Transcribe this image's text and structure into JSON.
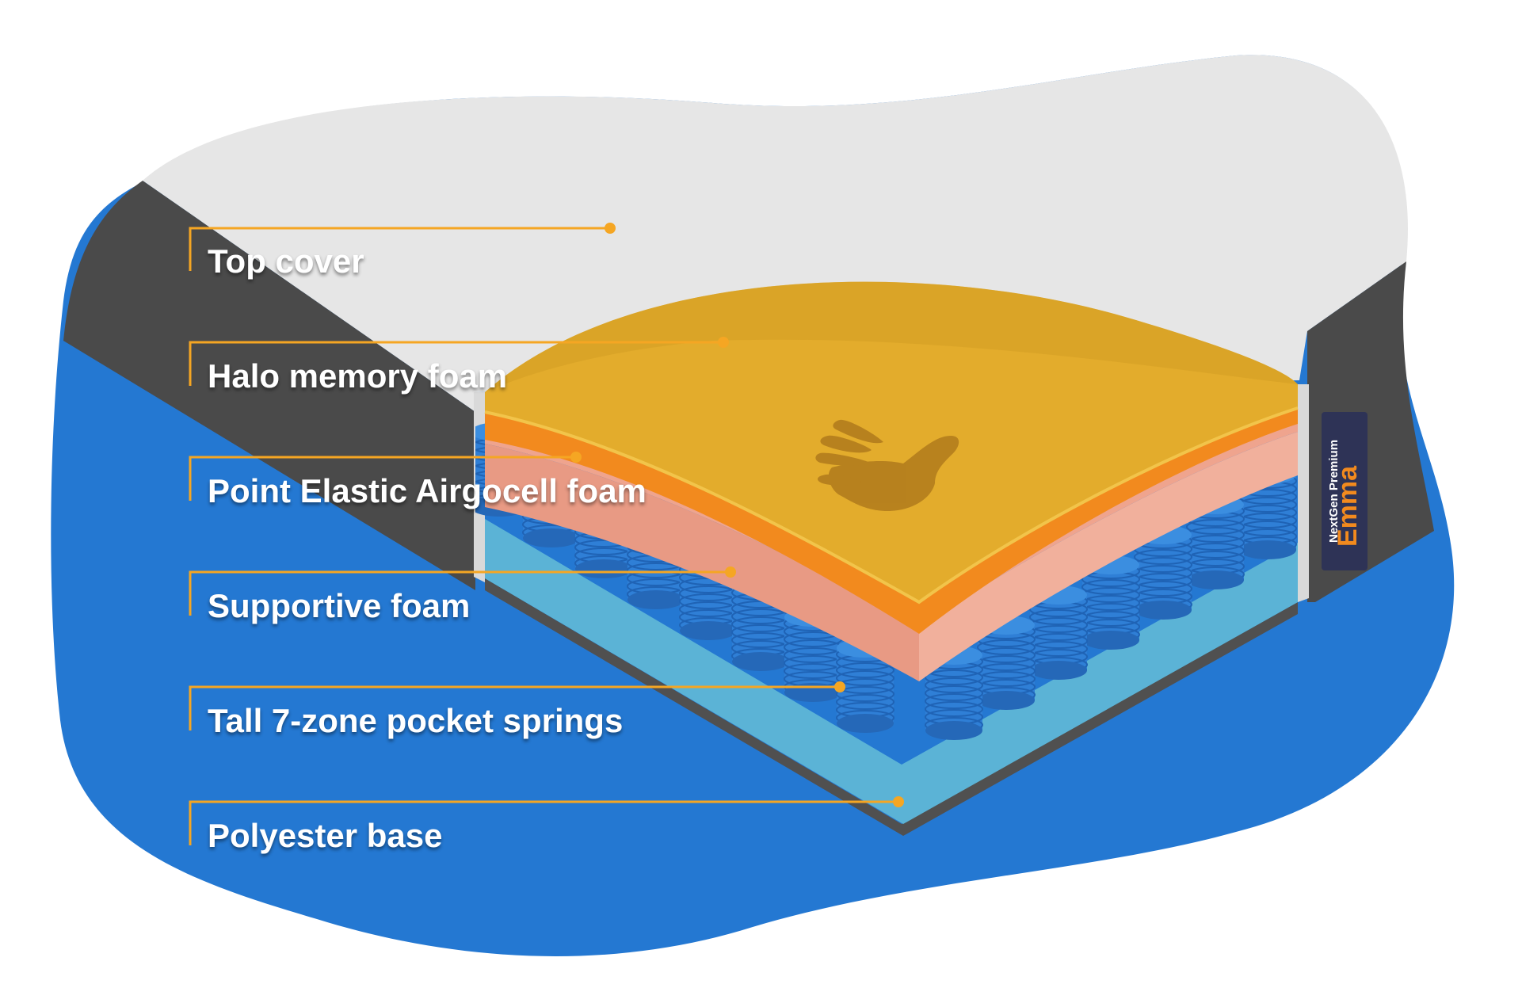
{
  "diagram": {
    "layers": [
      {
        "label": "Top cover"
      },
      {
        "label": "Halo memory foam"
      },
      {
        "label": "Point Elastic Airgocell foam"
      },
      {
        "label": "Supportive foam"
      },
      {
        "label": "Tall 7-zone pocket springs"
      },
      {
        "label": "Polyester base"
      }
    ],
    "brand": {
      "logo": "Emma",
      "model": "NextGen Premium"
    },
    "colors": {
      "accent_line": "#F5A623",
      "blob_blue": "#2478D2",
      "cover_grey": "#E6E6E6",
      "side_dark": "#4A4A4A",
      "memory_foam": "#E3AC2C",
      "airgocell": "#F28A1E",
      "supportive": "#EFA48E",
      "base_teal": "#5BB3D6",
      "springs": "#2F7FD6",
      "label_panel": "#2E3356"
    },
    "icons": {
      "hand": "hand-print-icon"
    }
  }
}
